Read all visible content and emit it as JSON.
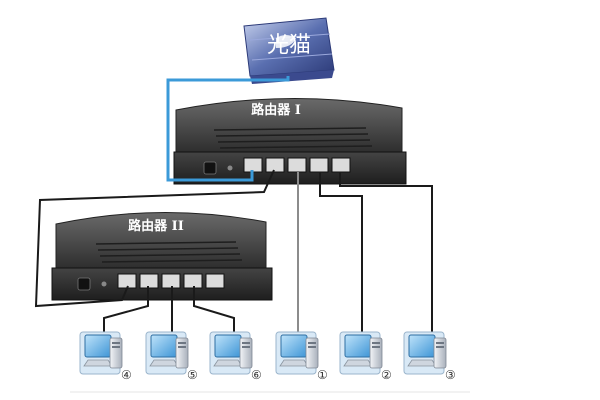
{
  "header_partial": "...",
  "modem": {
    "label": "光猫",
    "icon": "fiber-modem-icon"
  },
  "router1": {
    "label": "路由器 I",
    "icon": "router-icon"
  },
  "router2": {
    "label": "路由器 II",
    "icon": "router-icon"
  },
  "computers": [
    {
      "label": "④",
      "icon": "desktop-computer-icon"
    },
    {
      "label": "⑤",
      "icon": "desktop-computer-icon"
    },
    {
      "label": "⑥",
      "icon": "desktop-computer-icon"
    },
    {
      "label": "①",
      "icon": "desktop-computer-icon"
    },
    {
      "label": "②",
      "icon": "desktop-computer-icon"
    },
    {
      "label": "③",
      "icon": "desktop-computer-icon"
    }
  ],
  "colors": {
    "router_body": "#3a3a3a",
    "modem": "#5a6fb0",
    "uplink_wire": "#3b9ad8",
    "screen": "#4aa3df"
  }
}
